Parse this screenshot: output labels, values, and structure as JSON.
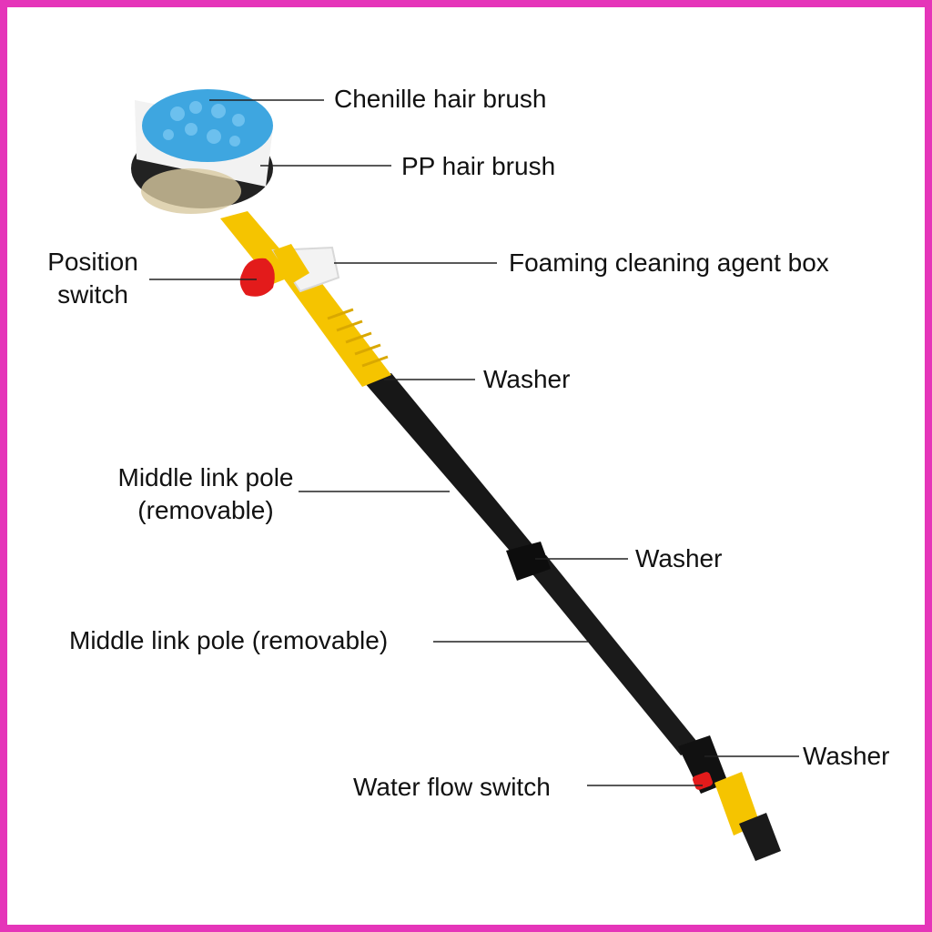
{
  "colors": {
    "border": "#e535b9",
    "pole": "#171717",
    "yellow": "#f5c400",
    "red": "#e31b1b",
    "chenille": "#3ea6e0",
    "bristle": "#f2f2f2"
  },
  "labels": {
    "chenille_hair_brush": "Chenille hair brush",
    "pp_hair_brush": "PP hair brush",
    "position_switch_line1": "Position",
    "position_switch_line2": "switch",
    "foaming_box": "Foaming cleaning agent box",
    "washer_top": "Washer",
    "middle_pole_1_line1": "Middle link pole",
    "middle_pole_1_line2": "(removable)",
    "washer_middle": "Washer",
    "middle_pole_2": "Middle link pole (removable)",
    "washer_bottom": "Washer",
    "water_flow_switch": "Water flow switch"
  }
}
